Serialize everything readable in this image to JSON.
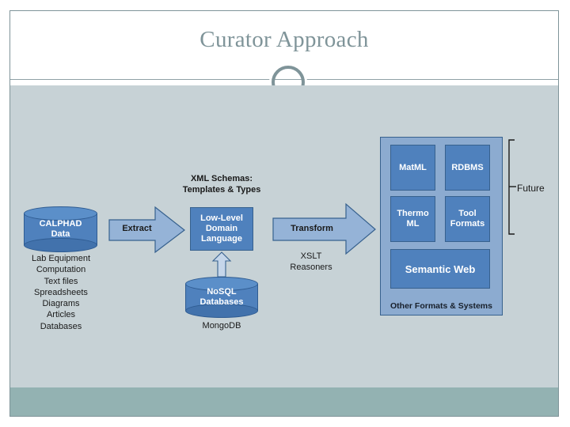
{
  "slide": {
    "title": "Curator Approach",
    "title_color": "#7f9499",
    "body_bg": "#c7d2d6",
    "footer_bg": "#93b2b2",
    "accent_box": "#4f81bd",
    "accent_arrow": "#95b3d7",
    "panel_bg": "#8cabd0"
  },
  "diagram": {
    "source": {
      "cylinder_label_line1": "CALPHAD",
      "cylinder_label_line2": "Data",
      "sources": [
        "Lab Equipment",
        "Computation",
        "Text files",
        "Spreadsheets",
        "Diagrams",
        "Articles",
        "Databases"
      ]
    },
    "extract_arrow": {
      "label": "Extract"
    },
    "middle": {
      "schema_caption_line1": "XML Schemas:",
      "schema_caption_line2": "Templates & Types",
      "box_line1": "Low-Level",
      "box_line2": "Domain",
      "box_line3": "Language",
      "nosql_line1": "NoSQL",
      "nosql_line2": "Databases",
      "nosql_caption": "MongoDB"
    },
    "transform_arrow": {
      "label": "Transform",
      "sub_line1": "XSLT",
      "sub_line2": "Reasoners"
    },
    "outputs": {
      "panel_caption": "Other Formats & Systems",
      "bracket_label": "Future",
      "boxes": [
        {
          "line1": "MatML",
          "line2": ""
        },
        {
          "line1": "RDBMS",
          "line2": ""
        },
        {
          "line1": "Thermo",
          "line2": "ML"
        },
        {
          "line1": "Tool",
          "line2": "Formats"
        }
      ],
      "wide_box": "Semantic Web"
    }
  }
}
